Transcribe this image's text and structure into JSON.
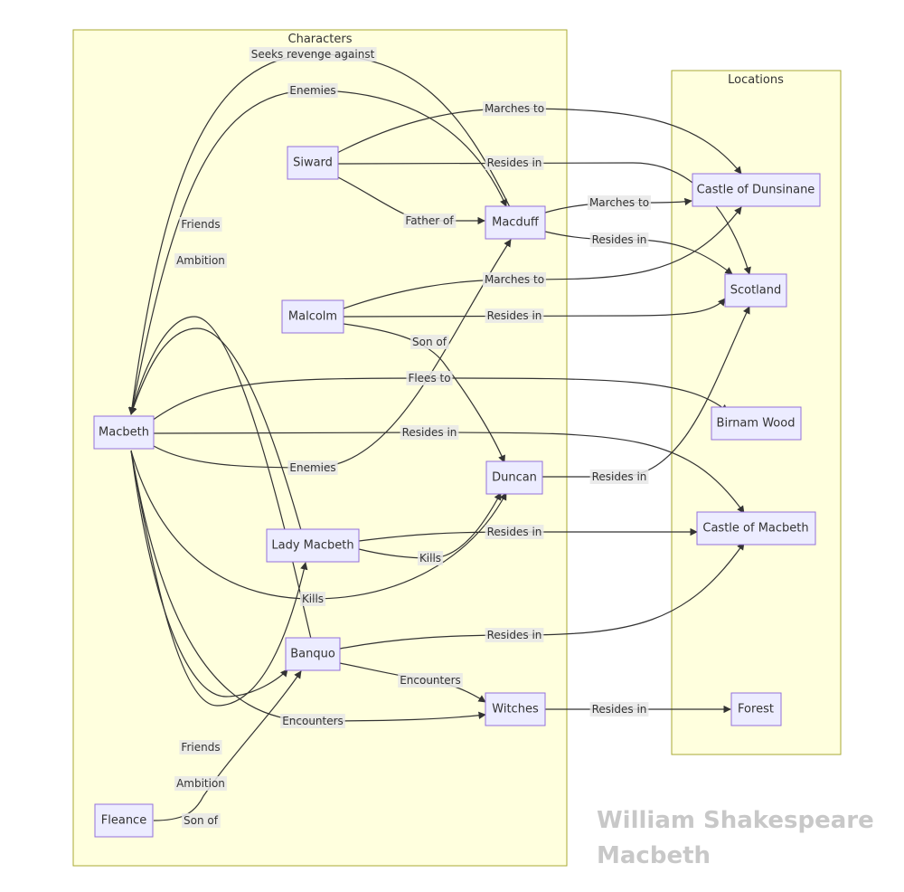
{
  "clusters": {
    "characters": "Characters",
    "locations": "Locations"
  },
  "nodes": {
    "siward": "Siward",
    "macduff": "Macduff",
    "malcolm": "Malcolm",
    "macbeth": "Macbeth",
    "duncan": "Duncan",
    "lady_macbeth": "Lady Macbeth",
    "banquo": "Banquo",
    "witches": "Witches",
    "fleance": "Fleance",
    "dunsinane": "Castle of Dunsinane",
    "scotland": "Scotland",
    "birnam": "Birnam Wood",
    "castle_macbeth": "Castle of Macbeth",
    "forest": "Forest"
  },
  "edges": [
    {
      "id": "macduff-seeks-revenge-macbeth",
      "label": "Seeks revenge against"
    },
    {
      "id": "macbeth-enemies-macduff",
      "label": "Enemies"
    },
    {
      "id": "siward-marches-dunsinane",
      "label": "Marches to"
    },
    {
      "id": "siward-resides-scotland",
      "label": "Resides in"
    },
    {
      "id": "siward-father-macduff",
      "label": "Father of"
    },
    {
      "id": "macduff-marches-dunsinane",
      "label": "Marches to"
    },
    {
      "id": "macduff-resides-scotland",
      "label": "Resides in"
    },
    {
      "id": "malcolm-marches-dunsinane",
      "label": "Marches to"
    },
    {
      "id": "malcolm-resides-scotland",
      "label": "Resides in"
    },
    {
      "id": "malcolm-son-duncan",
      "label": "Son of"
    },
    {
      "id": "macbeth-flees-birnam",
      "label": "Flees to"
    },
    {
      "id": "macbeth-resides-castle",
      "label": "Resides in"
    },
    {
      "id": "macbeth-enemies-malcolm",
      "label": "Enemies"
    },
    {
      "id": "duncan-resides-scotland",
      "label": "Resides in"
    },
    {
      "id": "lady-resides-castle",
      "label": "Resides in"
    },
    {
      "id": "lady-kills-duncan",
      "label": "Kills"
    },
    {
      "id": "macbeth-kills-duncan",
      "label": "Kills"
    },
    {
      "id": "banquo-resides-castle",
      "label": "Resides in"
    },
    {
      "id": "banquo-encounters-witches",
      "label": "Encounters"
    },
    {
      "id": "macbeth-encounters-witches",
      "label": "Encounters"
    },
    {
      "id": "witches-resides-forest",
      "label": "Resides in"
    },
    {
      "id": "fleance-son-banquo",
      "label": "Son of"
    },
    {
      "id": "banquo-friends-macbeth",
      "label": "Friends"
    },
    {
      "id": "lady-ambition-macbeth",
      "label": "Ambition"
    },
    {
      "id": "macbeth-friends-banquo",
      "label": "Friends"
    },
    {
      "id": "macbeth-ambition-lady",
      "label": "Ambition"
    }
  ],
  "watermark": {
    "author": "William Shakespeare",
    "title": "Macbeth"
  }
}
